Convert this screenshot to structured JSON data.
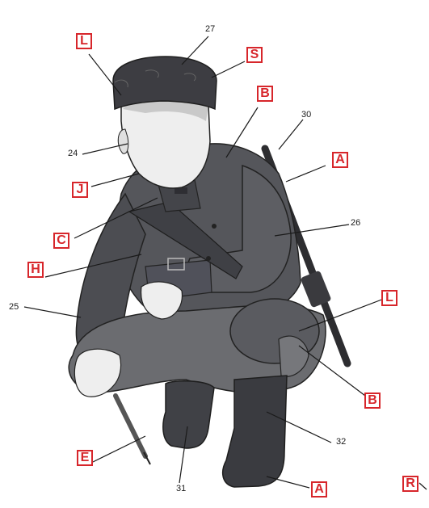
{
  "colors": {
    "letter_box": "#d7262b",
    "leader_line": "#1a1a1a",
    "uniform_dark": "#4a4b50",
    "uniform_mid": "#5e5f65",
    "trousers": "#6b6c70",
    "skin": "#eeeeee",
    "hat_fur": "#3d3d42"
  },
  "labels": {
    "letters": [
      {
        "id": "hat-left",
        "text": "L"
      },
      {
        "id": "hat-right",
        "text": "S"
      },
      {
        "id": "collar",
        "text": "B"
      },
      {
        "id": "chin",
        "text": "J"
      },
      {
        "id": "shoulder-strap",
        "text": "A"
      },
      {
        "id": "collar-tab",
        "text": "C"
      },
      {
        "id": "belt",
        "text": "H"
      },
      {
        "id": "knee",
        "text": "L"
      },
      {
        "id": "knee-patch",
        "text": "B"
      },
      {
        "id": "pencil",
        "text": "E"
      },
      {
        "id": "boot",
        "text": "A"
      },
      {
        "id": "corner",
        "text": "R"
      }
    ],
    "numbers": [
      {
        "id": "hat-top",
        "text": "27"
      },
      {
        "id": "rifle",
        "text": "30"
      },
      {
        "id": "ear",
        "text": "24"
      },
      {
        "id": "sleeve",
        "text": "26"
      },
      {
        "id": "hand",
        "text": "25"
      },
      {
        "id": "left-boot",
        "text": "31"
      },
      {
        "id": "right-boot",
        "text": "32"
      }
    ]
  }
}
